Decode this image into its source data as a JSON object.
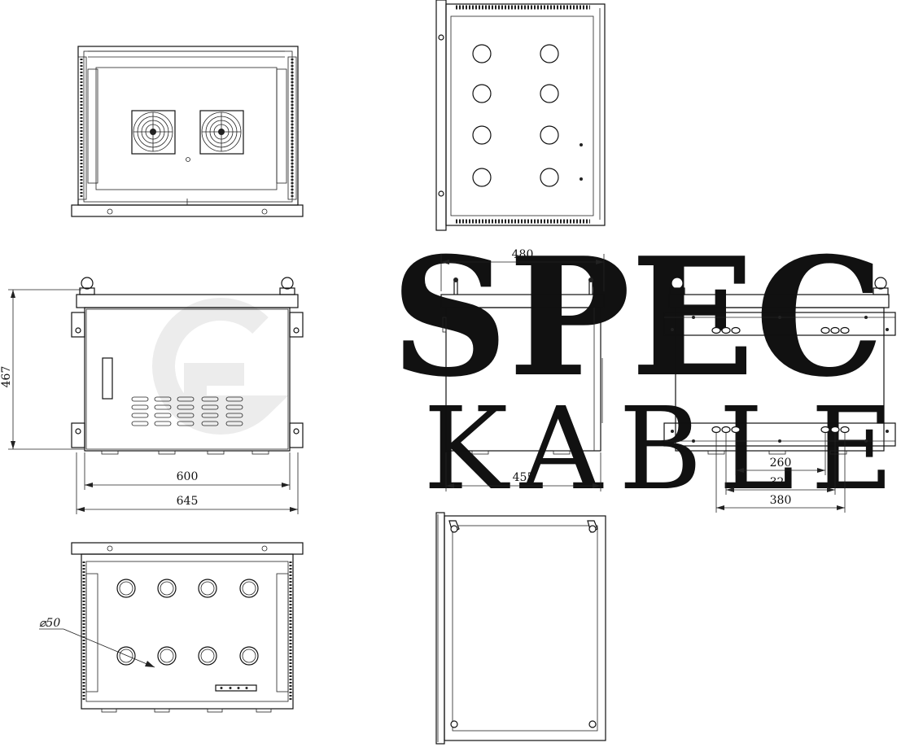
{
  "watermark": {
    "line1": "SPEC",
    "line2": "KABLE"
  },
  "dimensions": {
    "front_height": "467",
    "front_inner_width": "600",
    "front_outer_width": "645",
    "side_top_width": "480",
    "side_bottom_width": "455",
    "rear_hole_span_inner": "260",
    "rear_hole_span_middle": "320",
    "rear_hole_span_outer": "380",
    "gland_diameter": "⌀50"
  },
  "colors": {
    "line": "#111111",
    "watermark": "#e9e9e9",
    "background": "#ffffff"
  },
  "icons": [
    "fan-icon",
    "cable-gland-icon",
    "lifting-eye-icon",
    "vent-slot-icon"
  ]
}
